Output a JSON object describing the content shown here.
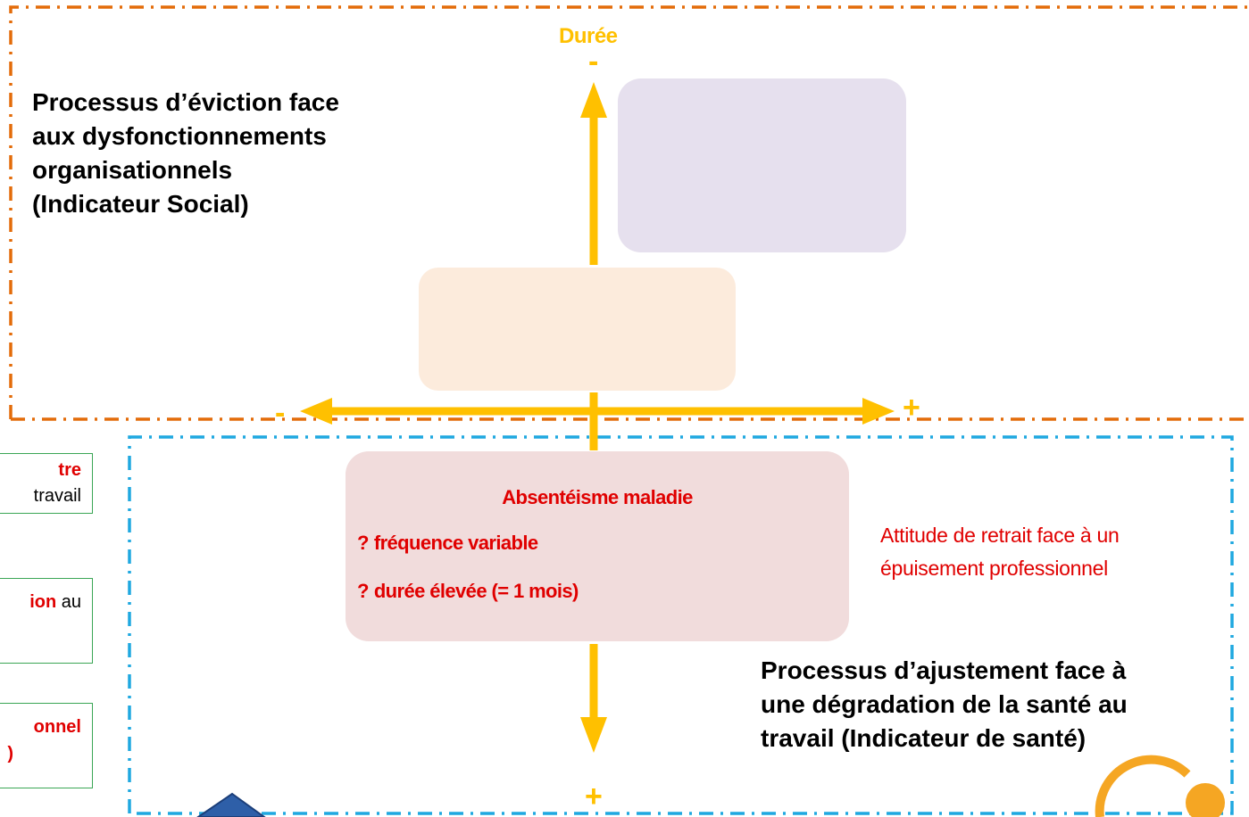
{
  "axis": {
    "vertical_label": "Durée",
    "top_sign": "-",
    "bottom_sign": "+",
    "left_sign": "-",
    "right_sign": "+",
    "color": "#ffc000"
  },
  "upper_zone": {
    "border_color": "#e36c0a",
    "title_lines": [
      "Processus d’éviction face",
      "aux dysfonctionnements",
      "organisationnels",
      "(Indicateur Social)"
    ]
  },
  "lower_zone": {
    "border_color": "#1fa8e0",
    "title_lines": [
      "Processus d’ajustement face à",
      "une dégradation de la santé au",
      "travail (Indicateur de santé)"
    ]
  },
  "main_box": {
    "title": "Absentéisme maladie",
    "bullet_symbol": "?",
    "bullets": [
      "fréquence variable",
      "durée élevée (= 1 mois)"
    ]
  },
  "note": {
    "lines": [
      "Attitude de retrait face à un",
      "épuisement professionnel"
    ],
    "color": "#e00000"
  },
  "side_boxes": [
    {
      "red": "tre",
      "black": "travail"
    },
    {
      "red": "ion",
      "black_inline": " au"
    },
    {
      "red": "onnel",
      "red2": ")"
    }
  ],
  "colors": {
    "lavender_box": "#e6e0ee",
    "peach_box": "#fcebdc",
    "main_box": "#f1dcdc",
    "side_box_border": "#3aa655"
  }
}
